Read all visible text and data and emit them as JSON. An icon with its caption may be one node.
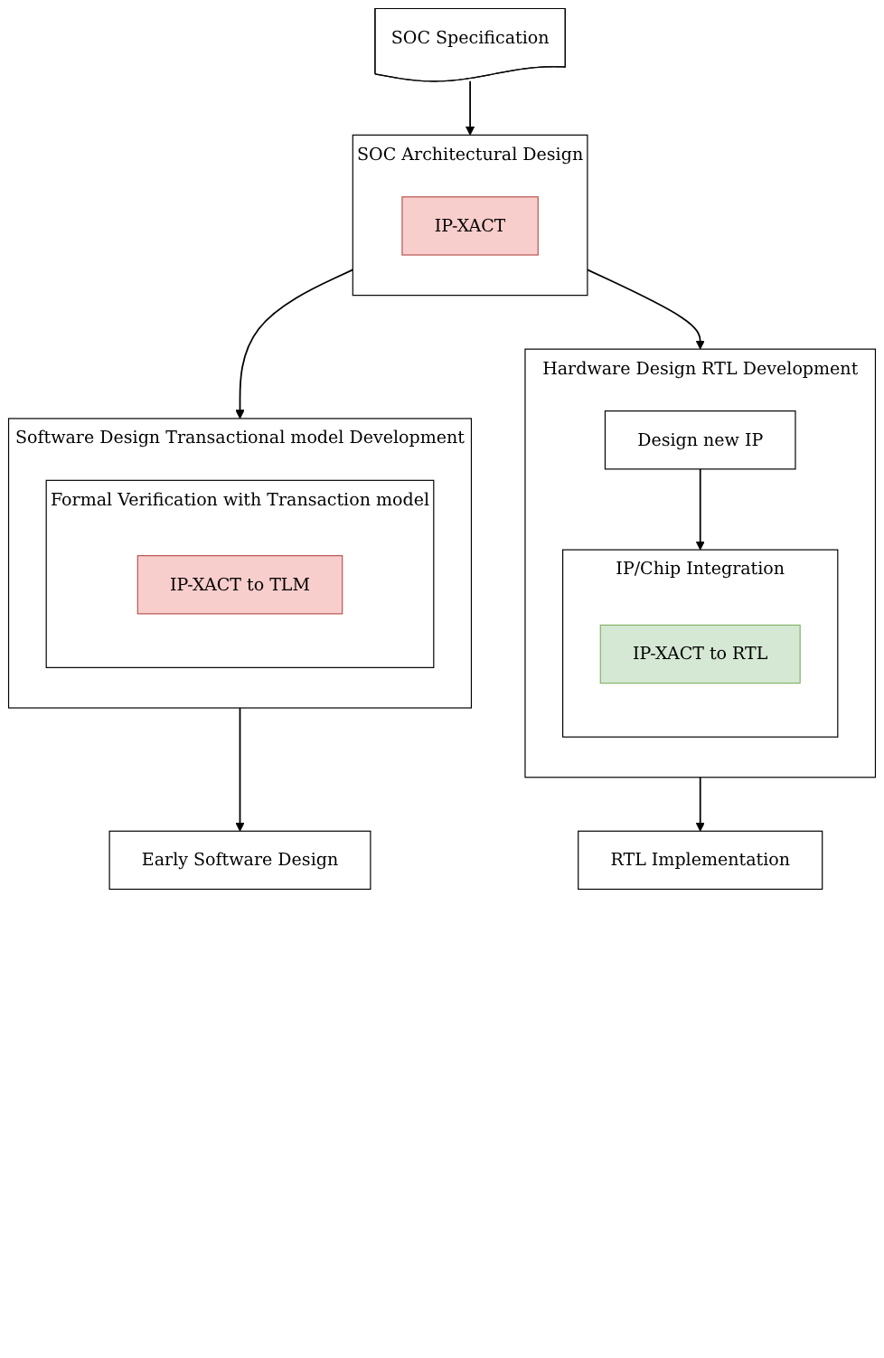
{
  "diagram": {
    "nodes": [
      {
        "text": [
          "SOC Specification"
        ]
      },
      {
        "text": [
          "SOC Architectural Design"
        ]
      },
      {
        "text": [
          "IP-XACT"
        ],
        "in": 1
      },
      {
        "text": [
          "Software Design Transactional model Development"
        ]
      },
      {
        "text": [
          "Formal Verification with Transaction model"
        ],
        "in": 3
      },
      {
        "text": [
          "IP-XACT to TLM"
        ],
        "in": 4
      },
      {
        "text": [
          "Hardware Design RTL Development"
        ]
      },
      {
        "text": [
          "Design new IP"
        ],
        "in": 6
      },
      {
        "text": [
          "IP/Chip Integration"
        ],
        "in": 6
      },
      {
        "text": [
          "IP-XACT to RTL"
        ],
        "in": 8
      },
      {
        "text": [
          "Early Software Design"
        ]
      },
      {
        "text": [
          "RTL Implementation"
        ]
      }
    ],
    "edges": [
      {
        "from": 0,
        "to": 1,
        "arrow": "to"
      },
      {
        "from": 1,
        "to": 3,
        "arrow": "to"
      },
      {
        "from": 1,
        "to": 6,
        "arrow": "to"
      },
      {
        "from": 7,
        "to": 8,
        "arrow": "to"
      },
      {
        "from": 3,
        "to": 10,
        "arrow": "to"
      },
      {
        "from": 6,
        "to": 11,
        "arrow": "to"
      }
    ]
  }
}
